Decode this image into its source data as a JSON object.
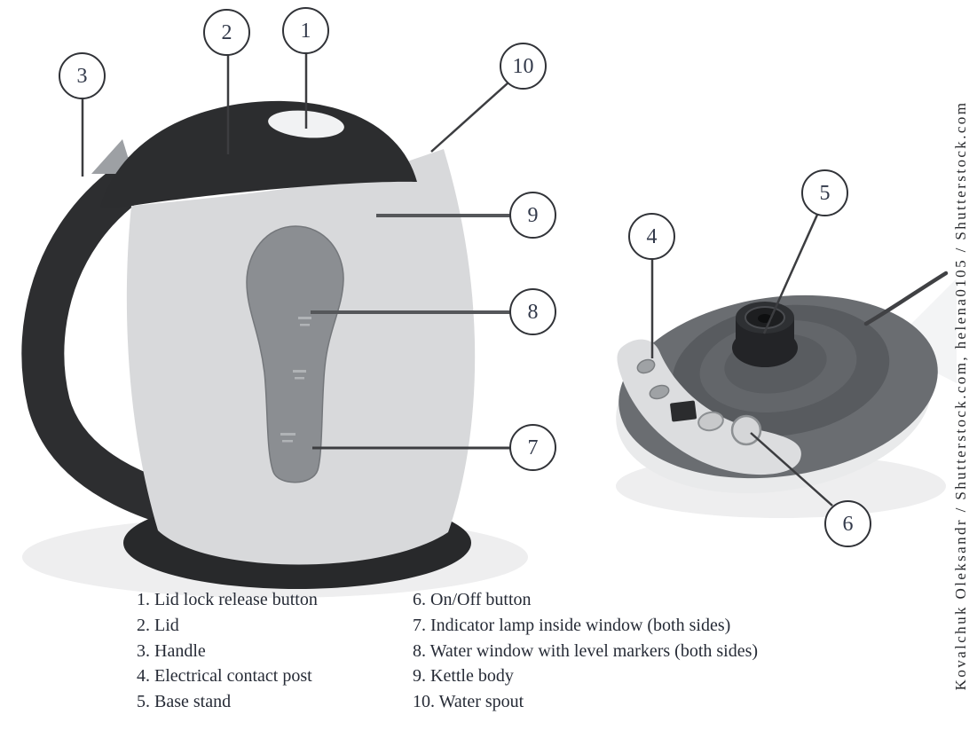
{
  "figure": {
    "type": "labeled-parts-diagram",
    "subject": "Electric kettle and base stand with numbered part callouts"
  },
  "callouts": [
    {
      "number": "1"
    },
    {
      "number": "2"
    },
    {
      "number": "3"
    },
    {
      "number": "4"
    },
    {
      "number": "5"
    },
    {
      "number": "6"
    },
    {
      "number": "7"
    },
    {
      "number": "8"
    },
    {
      "number": "9"
    },
    {
      "number": "10"
    }
  ],
  "legend": {
    "left": [
      "1. Lid lock release button",
      "2. Lid",
      "3. Handle",
      "4. Electrical contact post",
      "5. Base stand"
    ],
    "right": [
      "6. On/Off button",
      "7. Indicator lamp inside window (both sides)",
      "8. Water window with level markers (both sides)",
      "9. Kettle body",
      "10. Water spout"
    ]
  },
  "credit": "Kovalchuk Oleksandr / Shutterstock.com, helena0105 / Shutterstock.com",
  "colors": {
    "background": "#ffffff",
    "dark_plastic": "#2c2d2f",
    "kettle_body": "#d8d9db",
    "water_window": "#8b8e92",
    "base_stand": "#6a6d71",
    "legend_text": "#262b36",
    "leader_line": "#3c3d40"
  }
}
